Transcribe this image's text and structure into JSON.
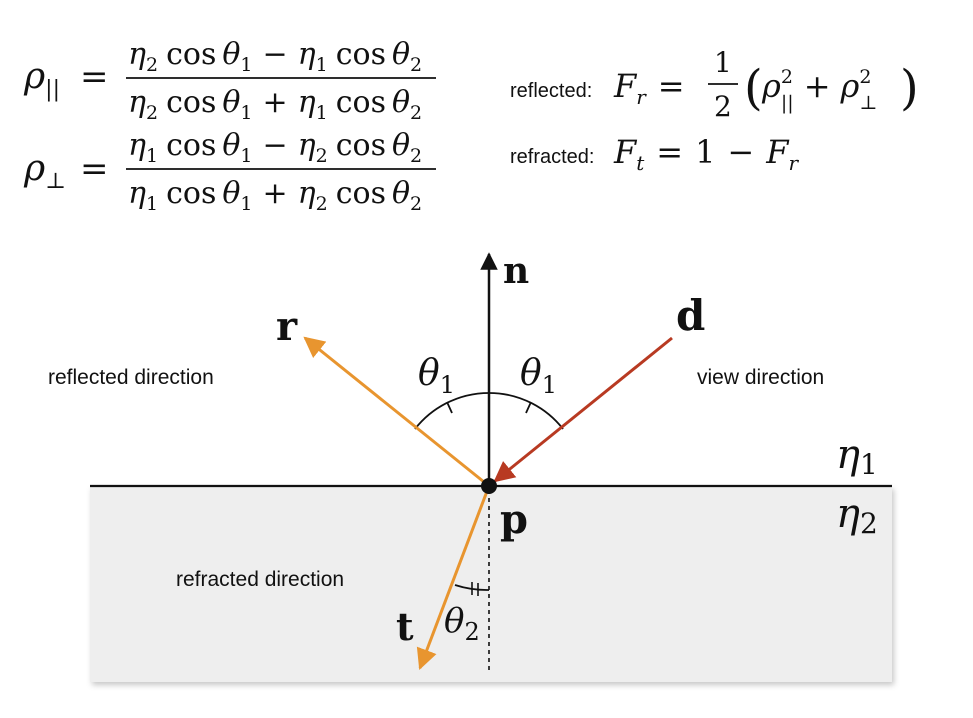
{
  "formulas": {
    "rho_par": {
      "lhs_sym": "ρ",
      "lhs_sub": "||",
      "num_a": "η",
      "num_a_sub": "2",
      "num_cos1": "cos",
      "num_th1": "θ",
      "num_th1_sub": "1",
      "num_op": "−",
      "num_b": "η",
      "num_b_sub": "1",
      "num_cos2": "cos",
      "num_th2": "θ",
      "num_th2_sub": "2",
      "den_a": "η",
      "den_a_sub": "2",
      "den_cos1": "cos",
      "den_th1": "θ",
      "den_th1_sub": "1",
      "den_op": "+",
      "den_b": "η",
      "den_b_sub": "1",
      "den_cos2": "cos",
      "den_th2": "θ",
      "den_th2_sub": "2"
    },
    "rho_perp": {
      "lhs_sym": "ρ",
      "lhs_sub": "⊥",
      "num_a": "η",
      "num_a_sub": "1",
      "num_cos1": "cos",
      "num_th1": "θ",
      "num_th1_sub": "1",
      "num_op": "−",
      "num_b": "η",
      "num_b_sub": "2",
      "num_cos2": "cos",
      "num_th2": "θ",
      "num_th2_sub": "2",
      "den_a": "η",
      "den_a_sub": "1",
      "den_cos1": "cos",
      "den_th1": "θ",
      "den_th1_sub": "1",
      "den_op": "+",
      "den_b": "η",
      "den_b_sub": "2",
      "den_cos2": "cos",
      "den_th2": "θ",
      "den_th2_sub": "2"
    },
    "reflected": {
      "label": "reflected:",
      "F": "F",
      "F_sub": "r",
      "eq": "=",
      "half_num": "1",
      "half_den": "2",
      "lp": "(",
      "rho1": "ρ",
      "rho1_sup": "2",
      "rho1_sub": "||",
      "plus": "+",
      "rho2": "ρ",
      "rho2_sup": "2",
      "rho2_sub": "⊥",
      "rp": ")"
    },
    "refracted": {
      "label": "refracted:",
      "F": "F",
      "F_sub": "t",
      "eq": "=",
      "one": "1",
      "minus": "−",
      "F2": "F",
      "F2_sub": "r"
    },
    "eq_sign": "="
  },
  "diagram": {
    "normal": "n",
    "view": "d",
    "reflect": "r",
    "refract": "t",
    "point": "p",
    "theta": "θ",
    "theta1_sub": "1",
    "theta2_sub": "2",
    "eta": "η",
    "eta1_sub": "1",
    "eta2_sub": "2",
    "reflected_direction": "reflected direction",
    "view_direction": "view direction",
    "refracted_direction": "refracted direction",
    "colors": {
      "reflected_ray": "#e8952f",
      "view_ray": "#b83a22",
      "medium_fill": "#eeeeee",
      "ink": "#111111"
    }
  }
}
